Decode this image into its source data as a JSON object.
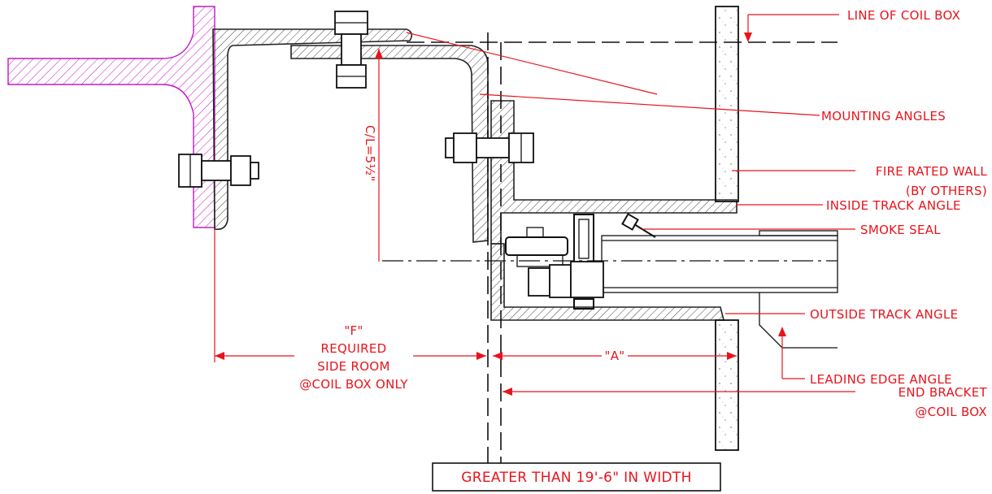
{
  "labels": {
    "coil_box_line": "LINE OF COIL BOX",
    "mounting_angles": "MOUNTING ANGLES",
    "fire_wall_1": "FIRE RATED WALL",
    "fire_wall_2": "(BY OTHERS)",
    "inside_track": "INSIDE TRACK ANGLE",
    "smoke_seal": "SMOKE SEAL",
    "outside_track": "OUTSIDE TRACK ANGLE",
    "leading_edge": "LEADING EDGE ANGLE",
    "end_bracket_1": "END BRACKET",
    "end_bracket_2": "@COIL BOX",
    "dim_a": "\"A\"",
    "f_1": "\"F\"",
    "f_2": "REQUIRED",
    "f_3": "SIDE ROOM",
    "f_4": "@COIL BOX ONLY",
    "cl_dim": "C/L=5½\""
  },
  "title_box": "GREATER THAN 19'-6\" IN WIDTH",
  "colors": {
    "annotation": "#e8141c",
    "linework": "#111111",
    "existing_structure": "#c21ac2"
  }
}
